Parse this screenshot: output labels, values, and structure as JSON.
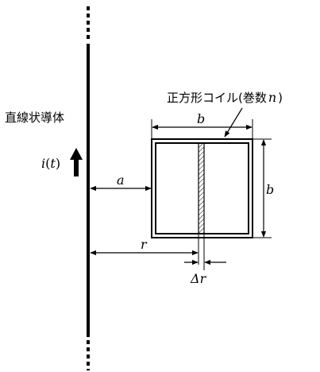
{
  "labels": {
    "conductor": "直線状導体",
    "coil_prefix": "正方形コイル(巻数",
    "coil_n": "n",
    "coil_suffix": ")",
    "current_i": "i",
    "current_open": "(",
    "current_t": "t",
    "current_close": ")",
    "dim_a": "a",
    "dim_b_top": "b",
    "dim_b_right": "b",
    "dim_r": "r",
    "dim_delta": "Δ",
    "dim_delta_r": "r"
  }
}
